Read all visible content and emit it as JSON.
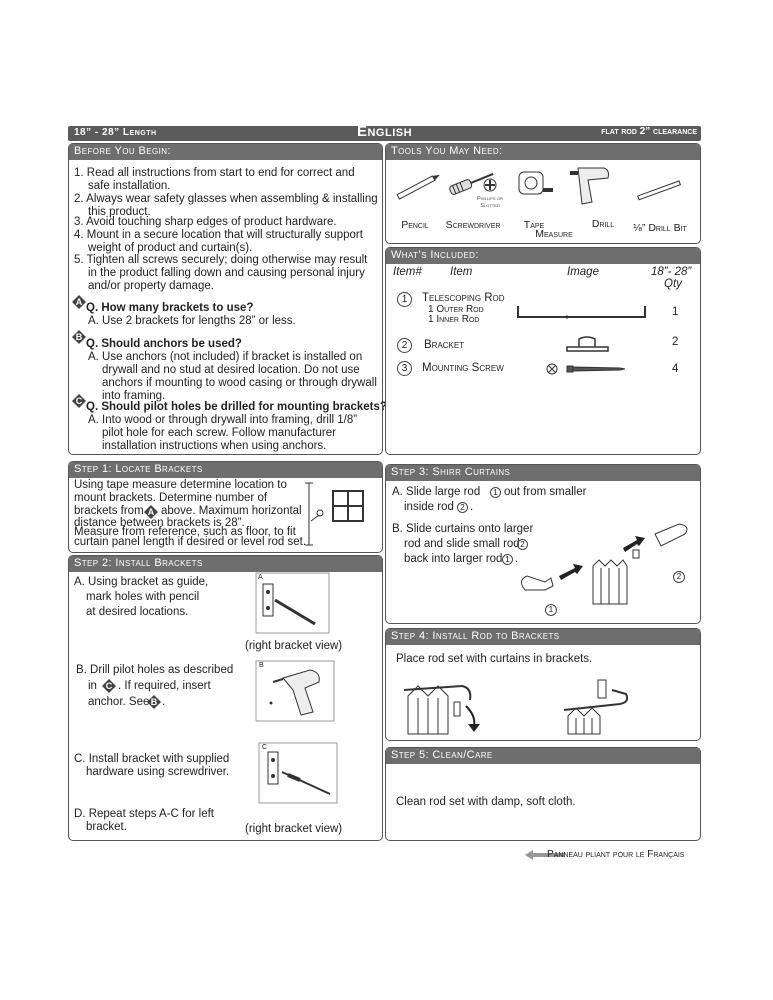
{
  "header": {
    "length": "18” - 28” Length",
    "language": "English",
    "clearance": "flat rod 2” clearance"
  },
  "before": {
    "title": "Before You Begin:",
    "items": [
      "1. Read all instructions from start to end for correct and safe installation.",
      "2. Always wear safety glasses when assembling & installing this product.",
      "3. Avoid touching sharp edges of product hardware.",
      "4. Mount in a secure location that will structurally support weight of product and curtain(s).",
      "5. Tighten all screws securely; doing otherwise may result in the product falling down and causing personal injury and/or property damage."
    ],
    "qa": [
      {
        "badge": "A",
        "question": "Q. How many brackets to use?",
        "answer": "A. Use 2 brackets for lengths 28” or less."
      },
      {
        "badge": "B",
        "question": "Q. Should anchors be used?",
        "answer": "A. Use anchors (not included) if bracket is installed on drywall and no stud at desired location. Do not use anchors if mounting to wood casing or through drywall into framing."
      },
      {
        "badge": "C",
        "question": "Q. Should pilot holes be drilled for mounting brackets?",
        "answer": "A. Into wood or through drywall into framing, drill 1/8” pilot hole for each screw. Follow manufacturer installation instructions when using anchors."
      }
    ]
  },
  "tools": {
    "title": "Tools You May Need:",
    "pencil": "Pencil",
    "screwdriver": "Screwdriver",
    "phillips": "Phillips or",
    "slotted": "Slotted",
    "tape1": "Tape",
    "tape2": "Measure",
    "drill": "Drill",
    "bit": "⅛” Drill Bit"
  },
  "included": {
    "title": "What’s Included:",
    "col_item_no": "Item#",
    "col_item": "Item",
    "col_image": "Image",
    "col_qty1": "18”- 28”",
    "col_qty2": "Qty",
    "rows": [
      {
        "num": "1",
        "name": "Telescoping Rod",
        "sub1": "1 Outer Rod",
        "sub2": "1 Inner Rod",
        "qty": "1"
      },
      {
        "num": "2",
        "name": "Bracket",
        "qty": "2"
      },
      {
        "num": "3",
        "name": "Mounting Screw",
        "qty": "4"
      }
    ]
  },
  "step1": {
    "title": "Step 1:  Locate Brackets",
    "line1": "Using tape measure determine location to",
    "line2": "mount brackets. Determine number of",
    "line3a": "brackets from",
    "line3b": "above. Maximum horizontal",
    "line4": "distance between brackets is 28”.",
    "line5": "Measure from reference, such as floor, to fit",
    "line6": "curtain panel length if desired or level rod set.",
    "badge": "A"
  },
  "step2": {
    "title": "Step 2:    Install Brackets",
    "a1": "A. Using bracket as guide,",
    "a2": "mark holes with pencil",
    "a3": "at desired locations.",
    "view1": "(right bracket view)",
    "b1": "B. Drill pilot holes as described",
    "b2a": "in",
    "b2b": ". If required, insert",
    "b3a": "anchor. See",
    "b3b": ".",
    "badge_c": "C",
    "badge_b": "B",
    "c1": "C. Install bracket with supplied",
    "c2": "hardware using screwdriver.",
    "d1": "D. Repeat steps A-C for left",
    "d2": "bracket.",
    "view2": "(right bracket view)",
    "fig_a": "A",
    "fig_b": "B",
    "fig_c": "C"
  },
  "step3": {
    "title": "Step 3:      Shirr Curtains",
    "a1a": "A. Slide large rod",
    "a1b": "out from smaller",
    "a2a": "inside rod",
    "a2b": ".",
    "b1": "B. Slide curtains onto larger",
    "b2a": "rod and slide small rod",
    "b3a": "back into larger rod",
    "b3b": ".",
    "n1": "1",
    "n2": "2"
  },
  "step4": {
    "title": "Step 4:      Install Rod to Brackets",
    "text": "Place rod set with curtains in brackets."
  },
  "step5": {
    "title": "Step 5:      Clean/Care",
    "text": "Clean rod set with damp, soft cloth."
  },
  "footer": {
    "text": "Panneau pliant pour le Français"
  }
}
